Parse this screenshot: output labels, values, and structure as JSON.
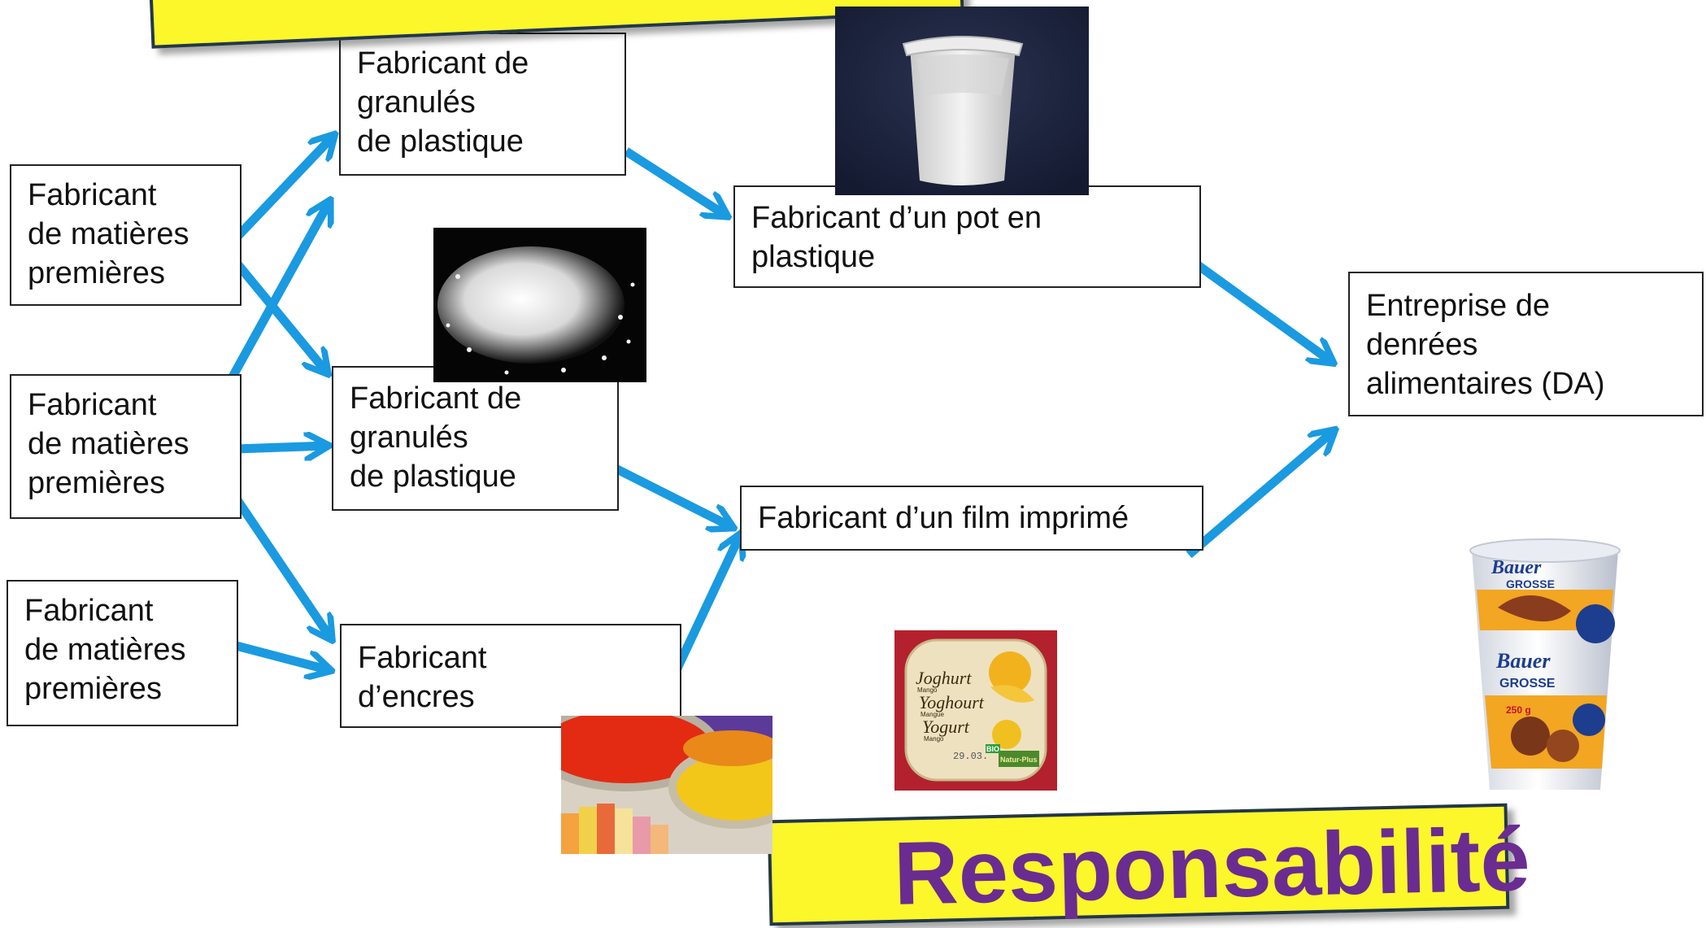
{
  "boxes": {
    "raw_1": "Fabricant\nde matières\npremières",
    "raw_2": "Fabricant\nde matières\npremières",
    "raw_3": "Fabricant\nde matières\npremières",
    "granules_1": "Fabricant de\ngranulés\nde plastique",
    "granules_2": "Fabricant de\ngranulés\nde plastique",
    "inks": "Fabricant\nd’encres",
    "pot": "Fabricant d’un pot en\nplastique",
    "film": "Fabricant d’un film imprimé",
    "food": "Entreprise de\ndenrées\nalimentaires (DA)"
  },
  "bottom_banner": {
    "text": "Responsabilité"
  },
  "lid_label": {
    "line1": "Joghurt",
    "line1_sub": "Mango",
    "line2": "Yoghourt",
    "line2_sub": "Mangue",
    "line3": "Yogurt",
    "line3_sub": "Mango",
    "date": "29.03.",
    "bio": "BIO",
    "brand": "Natur-Plus"
  },
  "cup_label": {
    "brand_top": "Bauer",
    "product_top": "GROSSE",
    "brand_mid": "Bauer",
    "product_mid": "GROSSE",
    "weight": "250 g"
  },
  "colors": {
    "arrow": "#1a9ae0",
    "banner_fill": "#fbf72a",
    "banner_border": "#22364e",
    "banner_text": "#6a2c91"
  }
}
